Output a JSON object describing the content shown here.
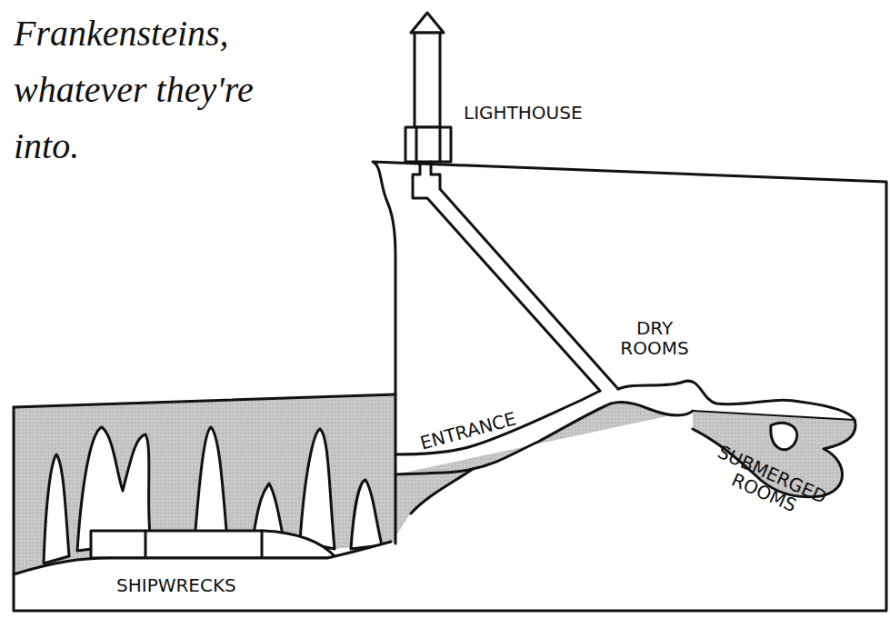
{
  "diagram": {
    "labels": [
      "Frankensteins, whatever they're into.",
      "LIGHTHOUSE",
      "DRY ROOMS",
      "ENTRANCE",
      "SUBMERGED ROOMS",
      "SHIPWRECKS"
    ]
  }
}
